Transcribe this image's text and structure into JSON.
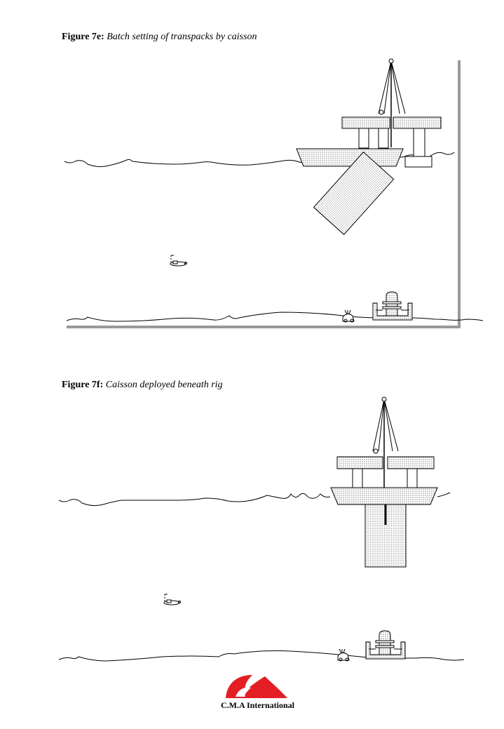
{
  "figures": [
    {
      "number": "Figure 7e:",
      "title": "Batch setting of transpacks by caisson"
    },
    {
      "number": "Figure 7f:",
      "title": "Caisson deployed beneath rig"
    }
  ],
  "logo": {
    "text": "C.M.A International",
    "color": "#e31e24"
  }
}
